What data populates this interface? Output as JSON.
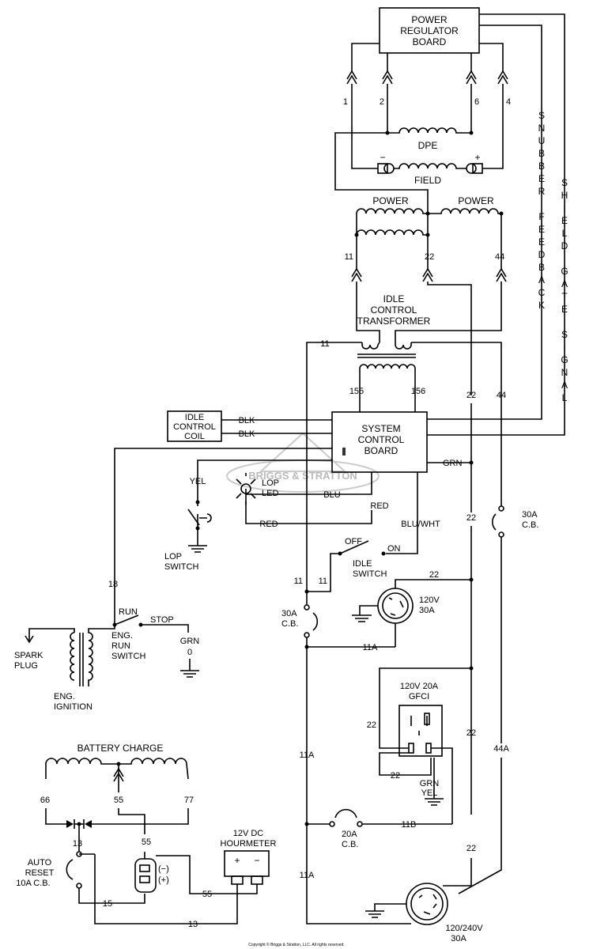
{
  "labels": {
    "power_regulator_board": [
      "POWER",
      "REGULATOR",
      "BOARD"
    ],
    "dpe": "DPE",
    "field": "FIELD",
    "minus": "−",
    "plus": "+",
    "power_left": "POWER",
    "power_right": "POWER",
    "idle_control_transformer": [
      "IDLE",
      "CONTROL",
      "TRANSFORMER"
    ],
    "idle_control_coil": [
      "IDLE",
      "CONTROL",
      "COIL"
    ],
    "system_control_board": [
      "SYSTEM",
      "CONTROL",
      "BOARD"
    ],
    "snubber_feedback": "SNUBBER FEEDBACK",
    "shield_gate_signal": "SHIELD GATE SIGNAL",
    "lop_led": [
      "LOP",
      "LED"
    ],
    "lop_switch": [
      "LOP",
      "SWITCH"
    ],
    "idle_switch": [
      "IDLE",
      "SWITCH"
    ],
    "off": "OFF",
    "on": "ON",
    "run": "RUN",
    "stop": "STOP",
    "eng_run_switch": [
      "ENG.",
      "RUN",
      "SWITCH"
    ],
    "spark_plug": [
      "SPARK",
      "PLUG"
    ],
    "eng_ignition": [
      "ENG.",
      "IGNITION"
    ],
    "cb_30a_left": [
      "30A",
      "C.B."
    ],
    "cb_30a_right": [
      "30A",
      "C.B."
    ],
    "cb_20a": [
      "20A",
      "C.B."
    ],
    "auto_reset_cb": [
      "AUTO",
      "RESET",
      "10A C.B."
    ],
    "receptacle_120v_30a": [
      "120V",
      "30A"
    ],
    "gfci": [
      "120V 20A",
      "GFCI"
    ],
    "grn_yel": [
      "GRN",
      "YEL"
    ],
    "receptacle_120_240v": [
      "120/240V",
      "30A"
    ],
    "battery_charge": "BATTERY CHARGE",
    "hourmeter": [
      "12V DC",
      "HOURMETER"
    ],
    "hourmeter_minus": "(−)",
    "hourmeter_plus": "(+)",
    "meter_minus": "−",
    "meter_plus": "+",
    "grn_0": [
      "GRN",
      "0"
    ],
    "watermark": "BRIGGS & STRATTON",
    "copyright": "Copyright © Briggs & Stratton, LLC. All rights reserved."
  },
  "wires": {
    "w1": "1",
    "w2": "2",
    "w6": "6",
    "w4": "4",
    "w11_top": "11",
    "w22_top": "22",
    "w44_top": "44",
    "w11_xfmr": "11",
    "w155": "155",
    "w156": "156",
    "w22_mid": "22",
    "w44_mid": "44",
    "blk1": "BLK",
    "blk2": "BLK",
    "grn": "GRN",
    "blu": "BLU",
    "red1": "RED",
    "red2": "RED",
    "yel": "YEL",
    "blu_wht": "BLU/WHT",
    "w22_a": "22",
    "w11_a": "11",
    "w11_b": "11",
    "w22_b": "22",
    "w11A_a": "11A",
    "w18": "18",
    "w22_c": "22",
    "w22_d": "22",
    "w22_e": "22",
    "w22_f": "22",
    "w11A_b": "11A",
    "w11B": "11B",
    "w44A": "44A",
    "w11A_c": "11A",
    "w66": "66",
    "w55_a": "55",
    "w77": "77",
    "w13_a": "13",
    "w55_b": "55",
    "w15": "15",
    "w55_c": "55",
    "w13_b": "13"
  }
}
